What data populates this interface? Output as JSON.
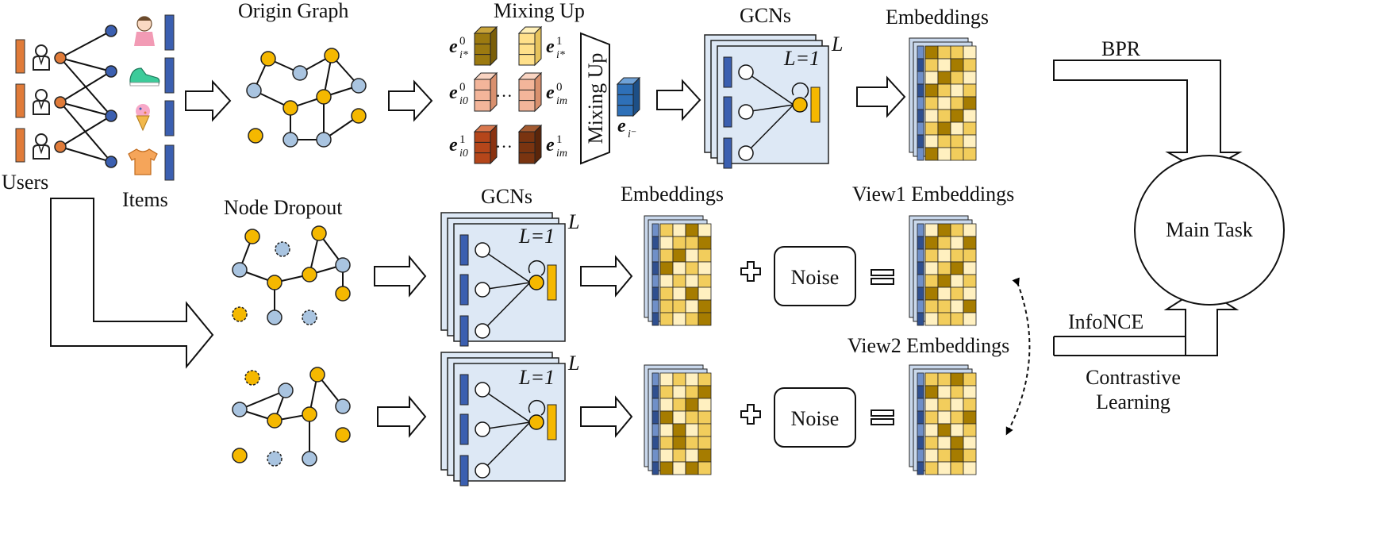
{
  "labels": {
    "users": "Users",
    "items": "Items",
    "origin_graph": "Origin Graph",
    "mixing_up_title": "Mixing Up",
    "mixing_up_box": "Mixing Up",
    "gcns_top": "GCNs",
    "gcns_mid": "GCNs",
    "embeddings_top": "Embeddings",
    "embeddings_mid": "Embeddings",
    "node_dropout": "Node Dropout",
    "view1": "View1 Embeddings",
    "view2": "View2 Embeddings",
    "noise1": "Noise",
    "noise2": "Noise",
    "bpr": "BPR",
    "infonce": "InfoNCE",
    "contrastive_line1": "Contrastive",
    "contrastive_line2": "Learning",
    "main_task": "Main Task",
    "layer_top": "L",
    "layer_mid": "L",
    "layer_bot": "L",
    "lequals_top": "L=1",
    "lequals_mid": "L=1",
    "lequals_bot": "L=1",
    "dots1": "···",
    "dots2": "···",
    "math_e": "e",
    "sub_istar": "i*",
    "sub_i0": "i0",
    "sub_im": "im",
    "sub_iminus": "i⁻",
    "sup0": "0",
    "sup1": "1"
  },
  "icons": [
    "user-icon",
    "doll-icon",
    "sneaker-icon",
    "ice-cream-icon",
    "tshirt-icon"
  ],
  "colors": {
    "user_bar": "#E07B39",
    "item_bar": "#3B5FB0",
    "node_yellow": "#F5B800",
    "node_blue": "#A9C4E0",
    "gcn_bg": "#DDE8F5",
    "emb_light": "#FFF0C0",
    "emb_mid": "#F2CD5C",
    "emb_dark": "#A67C00",
    "gold_dark": "#9C7A10",
    "gold_light": "#FFE08A",
    "peach": "#F3B59A",
    "rust": "#B5461A",
    "brown": "#7A3410",
    "blue_cube": "#2E70B8"
  }
}
